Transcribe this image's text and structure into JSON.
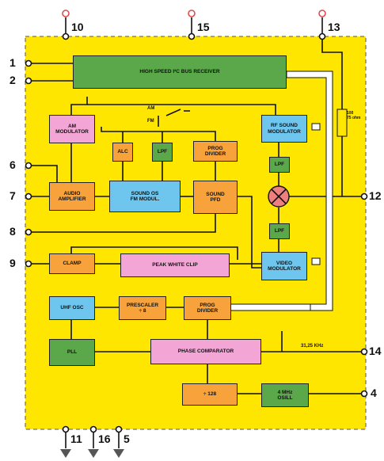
{
  "colors": {
    "board": "#ffe600",
    "board_border": "#555555",
    "green": "#5aa84a",
    "pink": "#f3a6d6",
    "blue": "#6ec6ee",
    "orange": "#f7a23a",
    "red_mixer": "#ef7f7f",
    "wire": "#111111",
    "bus": "#ffffff",
    "antenna": "#e04b4b"
  },
  "blocks": {
    "receiver": "HIGH SPEED I²C BUS RECEIVER",
    "am_mod": "AM\nMODULATOR",
    "alc": "ALC",
    "lpf1": "LPF",
    "prog_div1": "PROG\nDIVIDER",
    "rf_sound": "RF SOUND\nMODULATOR",
    "lpf2": "LPF",
    "audio_amp": "AUDIO\nAMPLIFIER",
    "sound_fm": "SOUND OS\nFM MODUL.",
    "sound_pfd": "SOUND\nPFD",
    "lpf3": "LPF",
    "clamp": "CLAMP",
    "peak_white": "PEAK WHITE CLIP",
    "video_mod": "VIDEO\nMODULATOR",
    "uhf_osc": "UHF OSC",
    "prescaler": "PRESCALER\n÷ 8",
    "prog_div2": "PROG\nDIVIDER",
    "pll": "PLL",
    "phase_comp": "PHASE COMPARATOR",
    "div128": "÷ 128",
    "osc_4mhz": "4 MHz\nOSILL"
  },
  "pins": {
    "p1": "1",
    "p2": "2",
    "p6": "6",
    "p7": "7",
    "p8": "8",
    "p9": "9",
    "p10": "10",
    "p15": "15",
    "p13": "13",
    "p12": "12",
    "p14": "14",
    "p4": "4",
    "p11": "11",
    "p16": "16",
    "p5": "5"
  },
  "labels": {
    "am": "AM",
    "fm": "FM",
    "freq": "31,25 KHz",
    "ohm": "100\n75 ohm"
  },
  "icons": {
    "antenna": "antenna-icon",
    "ground": "ground-icon",
    "mixer": "mixer-icon"
  }
}
